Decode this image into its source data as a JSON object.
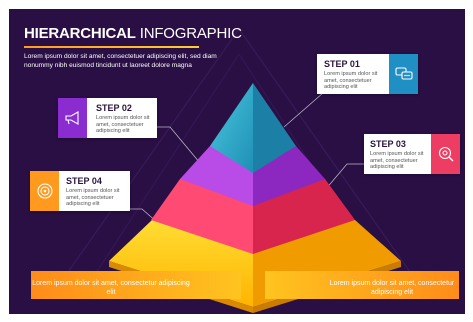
{
  "title": {
    "bold_part": "HIERARCHICAL",
    "light_part": " INFOGRAPHIC"
  },
  "intro_text": "Lorem ipsum dolor sit amet, consectetuer adipiscing elit, sed diam nonummy nibh euismod tincidunt ut laoreet dolore magna",
  "steps": [
    {
      "label": "STEP 01",
      "text": "Lorem ipsum dolor sit amet, consectetuer adipiscing elit",
      "color": "#1f8fc4",
      "icon": "chat-bubbles-icon"
    },
    {
      "label": "STEP 02",
      "text": "Lorem ipsum dolor sit amet, consectetuer adipiscing elit",
      "color": "#8a2ccf",
      "icon": "megaphone-icon"
    },
    {
      "label": "STEP 03",
      "text": "Lorem ipsum dolor sit amet, consectetuer adipiscing elit",
      "color": "#ee3d63",
      "icon": "search-target-icon"
    },
    {
      "label": "STEP 04",
      "text": "Lorem ipsum dolor sit amet, consectetuer adipiscing elit",
      "color": "#ff9a1f",
      "icon": "target-icon"
    }
  ],
  "banner_left": "Lorem ipsum dolor sit amet, consectetur adipiscing elit",
  "banner_right": "Lorem ipsum dolor sit amet, consectetur adipiscing elit",
  "colors": {
    "background": "#2a0f45",
    "tier_teal": "#2a9fc0",
    "tier_purple": "#a93ad6",
    "tier_pink": "#f03a66",
    "tier_yellow": "#ffc21a",
    "banner_orange": "#ff9a1f"
  }
}
